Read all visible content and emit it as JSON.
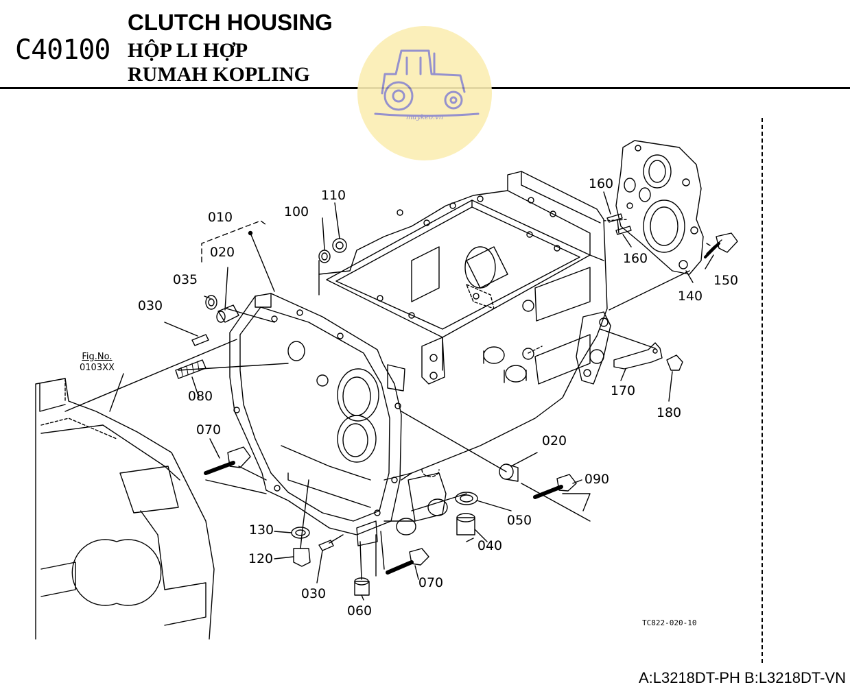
{
  "header": {
    "code": "C40100",
    "title_en": "CLUTCH HOUSING",
    "title_vn": "HỘP LI HỢP",
    "title_id": "RUMAH KOPLING"
  },
  "watermark": {
    "text": "maykeo.vn",
    "icon": "tractor-icon",
    "color": "#fbeeb3"
  },
  "figure_ref": {
    "label": "Fig.No.",
    "number": "0103XX"
  },
  "illustration_code": "TC822-020-10",
  "footer_models": "A:L3218DT-PH B:L3218DT-VN",
  "callouts": [
    {
      "id": "c010",
      "label": "010"
    },
    {
      "id": "c020a",
      "label": "020"
    },
    {
      "id": "c035",
      "label": "035"
    },
    {
      "id": "c030a",
      "label": "030"
    },
    {
      "id": "c080",
      "label": "080"
    },
    {
      "id": "c070a",
      "label": "070"
    },
    {
      "id": "c100",
      "label": "100"
    },
    {
      "id": "c110",
      "label": "110"
    },
    {
      "id": "c160a",
      "label": "160"
    },
    {
      "id": "c160b",
      "label": "160"
    },
    {
      "id": "c150",
      "label": "150"
    },
    {
      "id": "c140",
      "label": "140"
    },
    {
      "id": "c170",
      "label": "170"
    },
    {
      "id": "c180",
      "label": "180"
    },
    {
      "id": "c020b",
      "label": "020"
    },
    {
      "id": "c090",
      "label": "090"
    },
    {
      "id": "c050",
      "label": "050"
    },
    {
      "id": "c040",
      "label": "040"
    },
    {
      "id": "c130",
      "label": "130"
    },
    {
      "id": "c120",
      "label": "120"
    },
    {
      "id": "c030b",
      "label": "030"
    },
    {
      "id": "c070b",
      "label": "070"
    },
    {
      "id": "c060",
      "label": "060"
    }
  ]
}
